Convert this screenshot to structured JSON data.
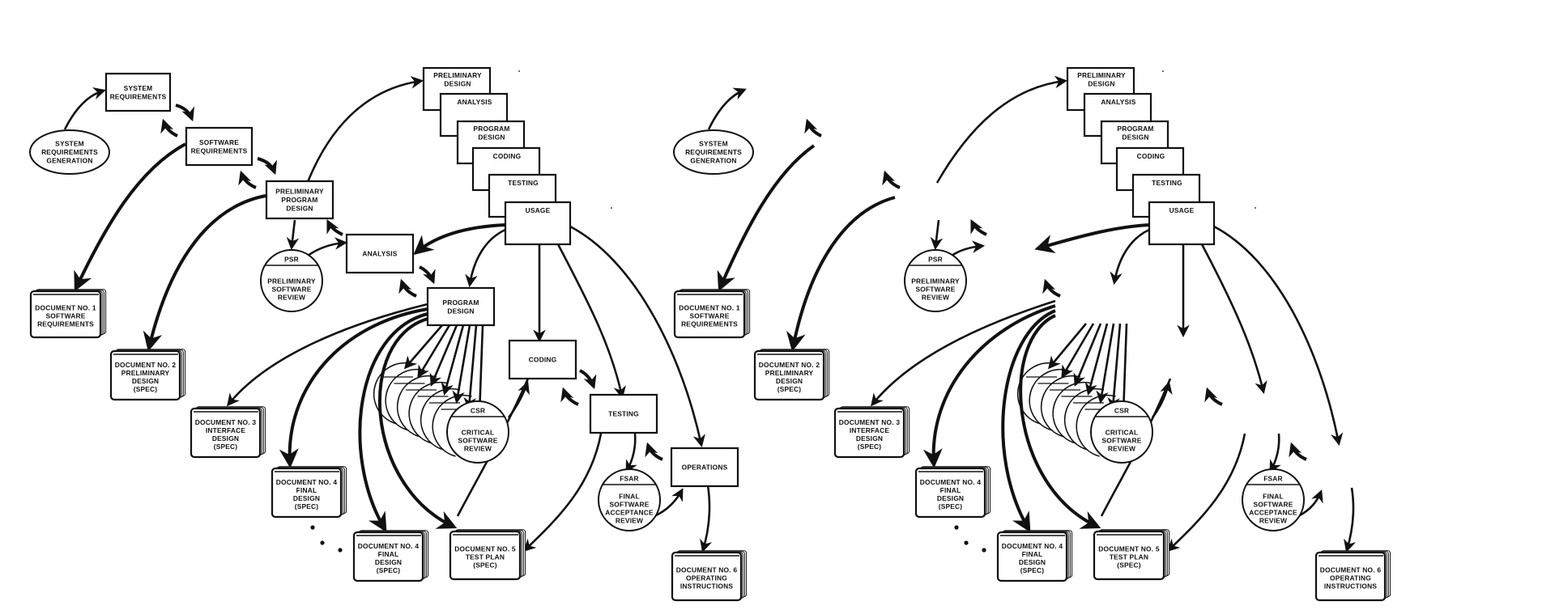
{
  "title": "Software development life cycle documentation flow",
  "panels": [
    {
      "id": "complete",
      "nodes": {
        "srg": [
          "SYSTEM",
          "REQUIREMENTS",
          "GENERATION"
        ],
        "sysreq": [
          "SYSTEM",
          "REQUIREMENTS"
        ],
        "swreq": [
          "SOFTWARE",
          "REQUIREMENTS"
        ],
        "ppd": [
          "PRELIMINARY",
          "PROGRAM",
          "DESIGN"
        ],
        "psr_tag": "PSR",
        "psr": [
          "PRELIMINARY",
          "SOFTWARE",
          "REVIEW"
        ],
        "analysis": [
          "ANALYSIS"
        ],
        "progdesign": [
          "PROGRAM",
          "DESIGN"
        ],
        "csr_tag": "CSR",
        "csr": [
          "CRITICAL",
          "SOFTWARE",
          "REVIEW"
        ],
        "coding": [
          "CODING"
        ],
        "testing": [
          "TESTING"
        ],
        "fsar_tag": "FSAR",
        "fsar": [
          "FINAL",
          "SOFTWARE",
          "ACCEPTANCE",
          "REVIEW"
        ],
        "operations": [
          "OPERATIONS"
        ]
      }
    },
    {
      "id": "erased"
    }
  ],
  "stack": [
    [
      "PRELIMINARY",
      "DESIGN"
    ],
    [
      "ANALYSIS"
    ],
    [
      "PROGRAM",
      "DESIGN"
    ],
    [
      "CODING"
    ],
    [
      "TESTING"
    ],
    [
      "USAGE"
    ]
  ],
  "documents": {
    "doc1": [
      "DOCUMENT NO. 1",
      "SOFTWARE",
      "REQUIREMENTS"
    ],
    "doc2": [
      "DOCUMENT NO. 2",
      "PRELIMINARY",
      "DESIGN",
      "(SPEC)"
    ],
    "doc3": [
      "DOCUMENT NO. 3",
      "INTERFACE",
      "DESIGN",
      "(SPEC)"
    ],
    "doc4a": [
      "DOCUMENT NO. 4",
      "FINAL",
      "DESIGN",
      "(SPEC)"
    ],
    "doc4b": [
      "DOCUMENT NO. 4",
      "FINAL",
      "DESIGN",
      "(SPEC)"
    ],
    "doc5": [
      "DOCUMENT NO. 5",
      "TEST PLAN",
      "(SPEC)"
    ],
    "doc6": [
      "DOCUMENT NO. 6",
      "OPERATING",
      "INSTRUCTIONS"
    ]
  }
}
